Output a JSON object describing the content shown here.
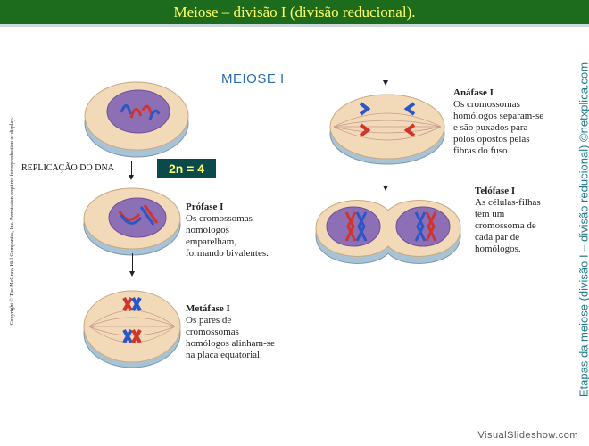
{
  "title": "Meiose – divisão I (divisão reducional).",
  "heading": "MEIOSE I",
  "copyright": "Copyright © The McGraw-Hill Companies, Inc. Permission required for reproduction or display.",
  "side_label": "Etapas da meiose (divisão I – divisão reducional) ©netxplica.com",
  "replication_label": "REPLICAÇÃO DO DNA",
  "ploidy": "2n = 4",
  "stages": {
    "profase": {
      "name": "Prófase I",
      "lines": [
        "Os cromossomas",
        "homólogos",
        "emparelham,",
        "formando bivalentes."
      ]
    },
    "metafase": {
      "name": "Metáfase I",
      "lines": [
        "Os pares de",
        "cromossomas",
        "homólogos alinham-se",
        "na placa equatorial."
      ]
    },
    "anafase": {
      "name": "Anáfase I",
      "lines": [
        "Os cromossomas",
        "homólogos separam-se",
        "e são puxados para",
        "pólos opostos pelas",
        "fibras do fuso."
      ]
    },
    "telofase": {
      "name": "Telófase I",
      "lines": [
        "As células-filhas",
        "têm um",
        "cromossoma de",
        "cada par de",
        "homólogos."
      ]
    }
  },
  "colors": {
    "title_bg": "#1d6b1d",
    "title_text": "#ffff66",
    "heading": "#2b6cb0",
    "side_label": "#1e7a8c",
    "ploidy_bg": "#0b4a4a",
    "ploidy_text": "#ffff66",
    "chrom_red": "#d2332b",
    "chrom_blue": "#2a56c6",
    "nucleus": "#8d6fb5"
  },
  "footer_brand": "VisualSlideshow.com"
}
